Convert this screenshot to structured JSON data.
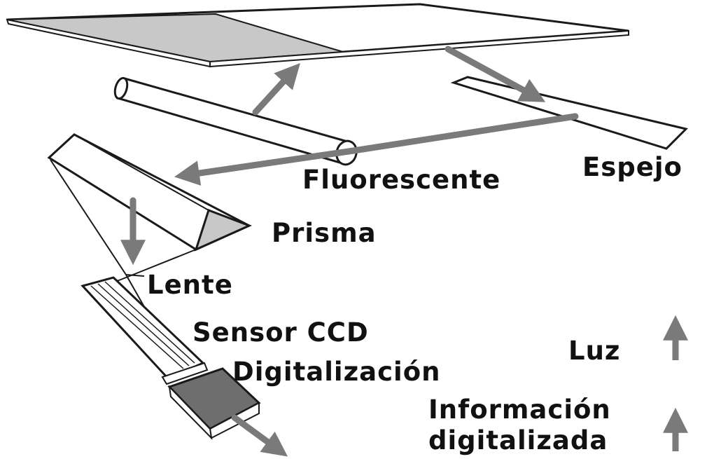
{
  "labels": {
    "fluorescente": "Fluorescente",
    "espejo": "Espejo",
    "prisma": "Prisma",
    "lente": "Lente",
    "sensor_ccd": "Sensor CCD",
    "digitalizacion": "Digitalización",
    "luz": "Luz",
    "informacion_line1": "Información",
    "informacion_line2": "digitalizada"
  },
  "colors": {
    "light_arrow": "#7a7a7a",
    "stroke": "#1a1a1a",
    "shade": "#c8c8c8",
    "dark_block": "#6e6e6e"
  }
}
